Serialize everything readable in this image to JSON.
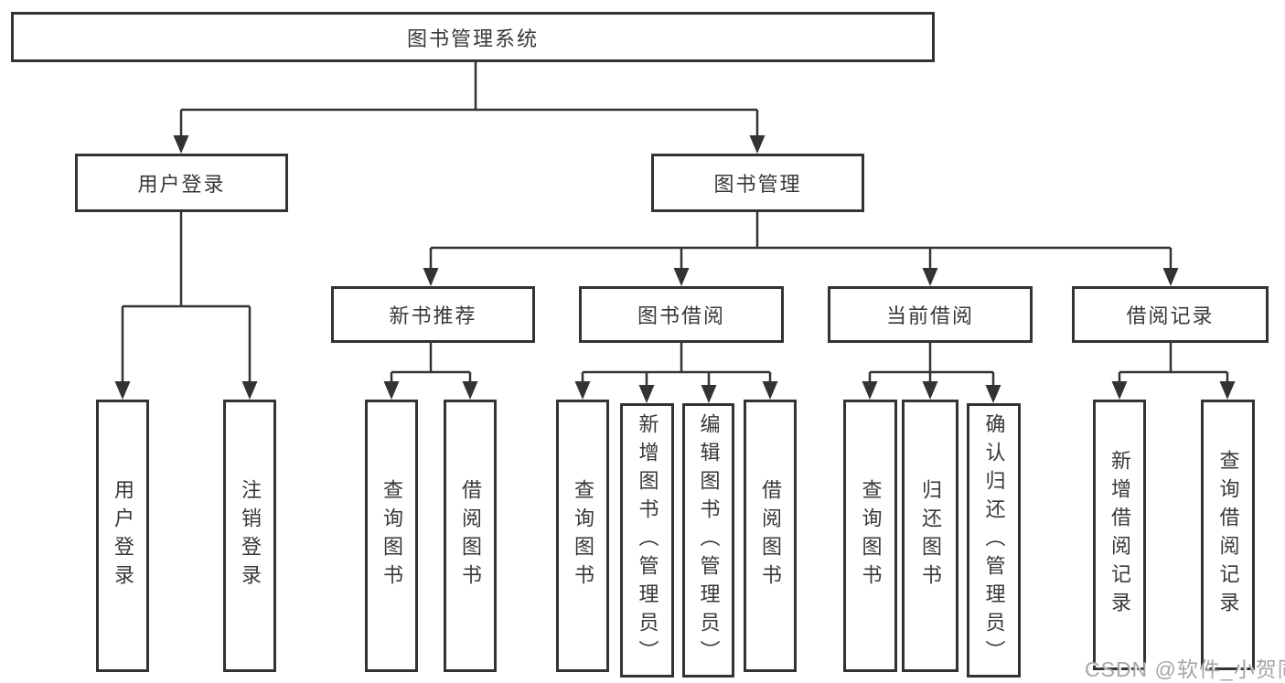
{
  "diagram": {
    "type": "hierarchy-tree",
    "line_color": "#333333",
    "box_background": "#ffffff",
    "root": {
      "label": "图书管理系统"
    },
    "branches": [
      {
        "label": "用户登录",
        "children": [
          {
            "label": "用户登录"
          },
          {
            "label": "注销登录"
          }
        ]
      },
      {
        "label": "图书管理",
        "children": [
          {
            "label": "新书推荐",
            "children": [
              {
                "label": "查询图书"
              },
              {
                "label": "借阅图书"
              }
            ]
          },
          {
            "label": "图书借阅",
            "children": [
              {
                "label": "查询图书"
              },
              {
                "label": "新增图书（管理员）"
              },
              {
                "label": "编辑图书（管理员）"
              },
              {
                "label": "借阅图书"
              }
            ]
          },
          {
            "label": "当前借阅",
            "children": [
              {
                "label": "查询图书"
              },
              {
                "label": "归还图书"
              },
              {
                "label": "确认归还（管理员）"
              }
            ]
          },
          {
            "label": "借阅记录",
            "children": [
              {
                "label": "新增借阅记录"
              },
              {
                "label": "查询借阅记录"
              }
            ]
          }
        ]
      }
    ]
  },
  "watermark": {
    "text": "CSDN @软件_小贺同学"
  }
}
